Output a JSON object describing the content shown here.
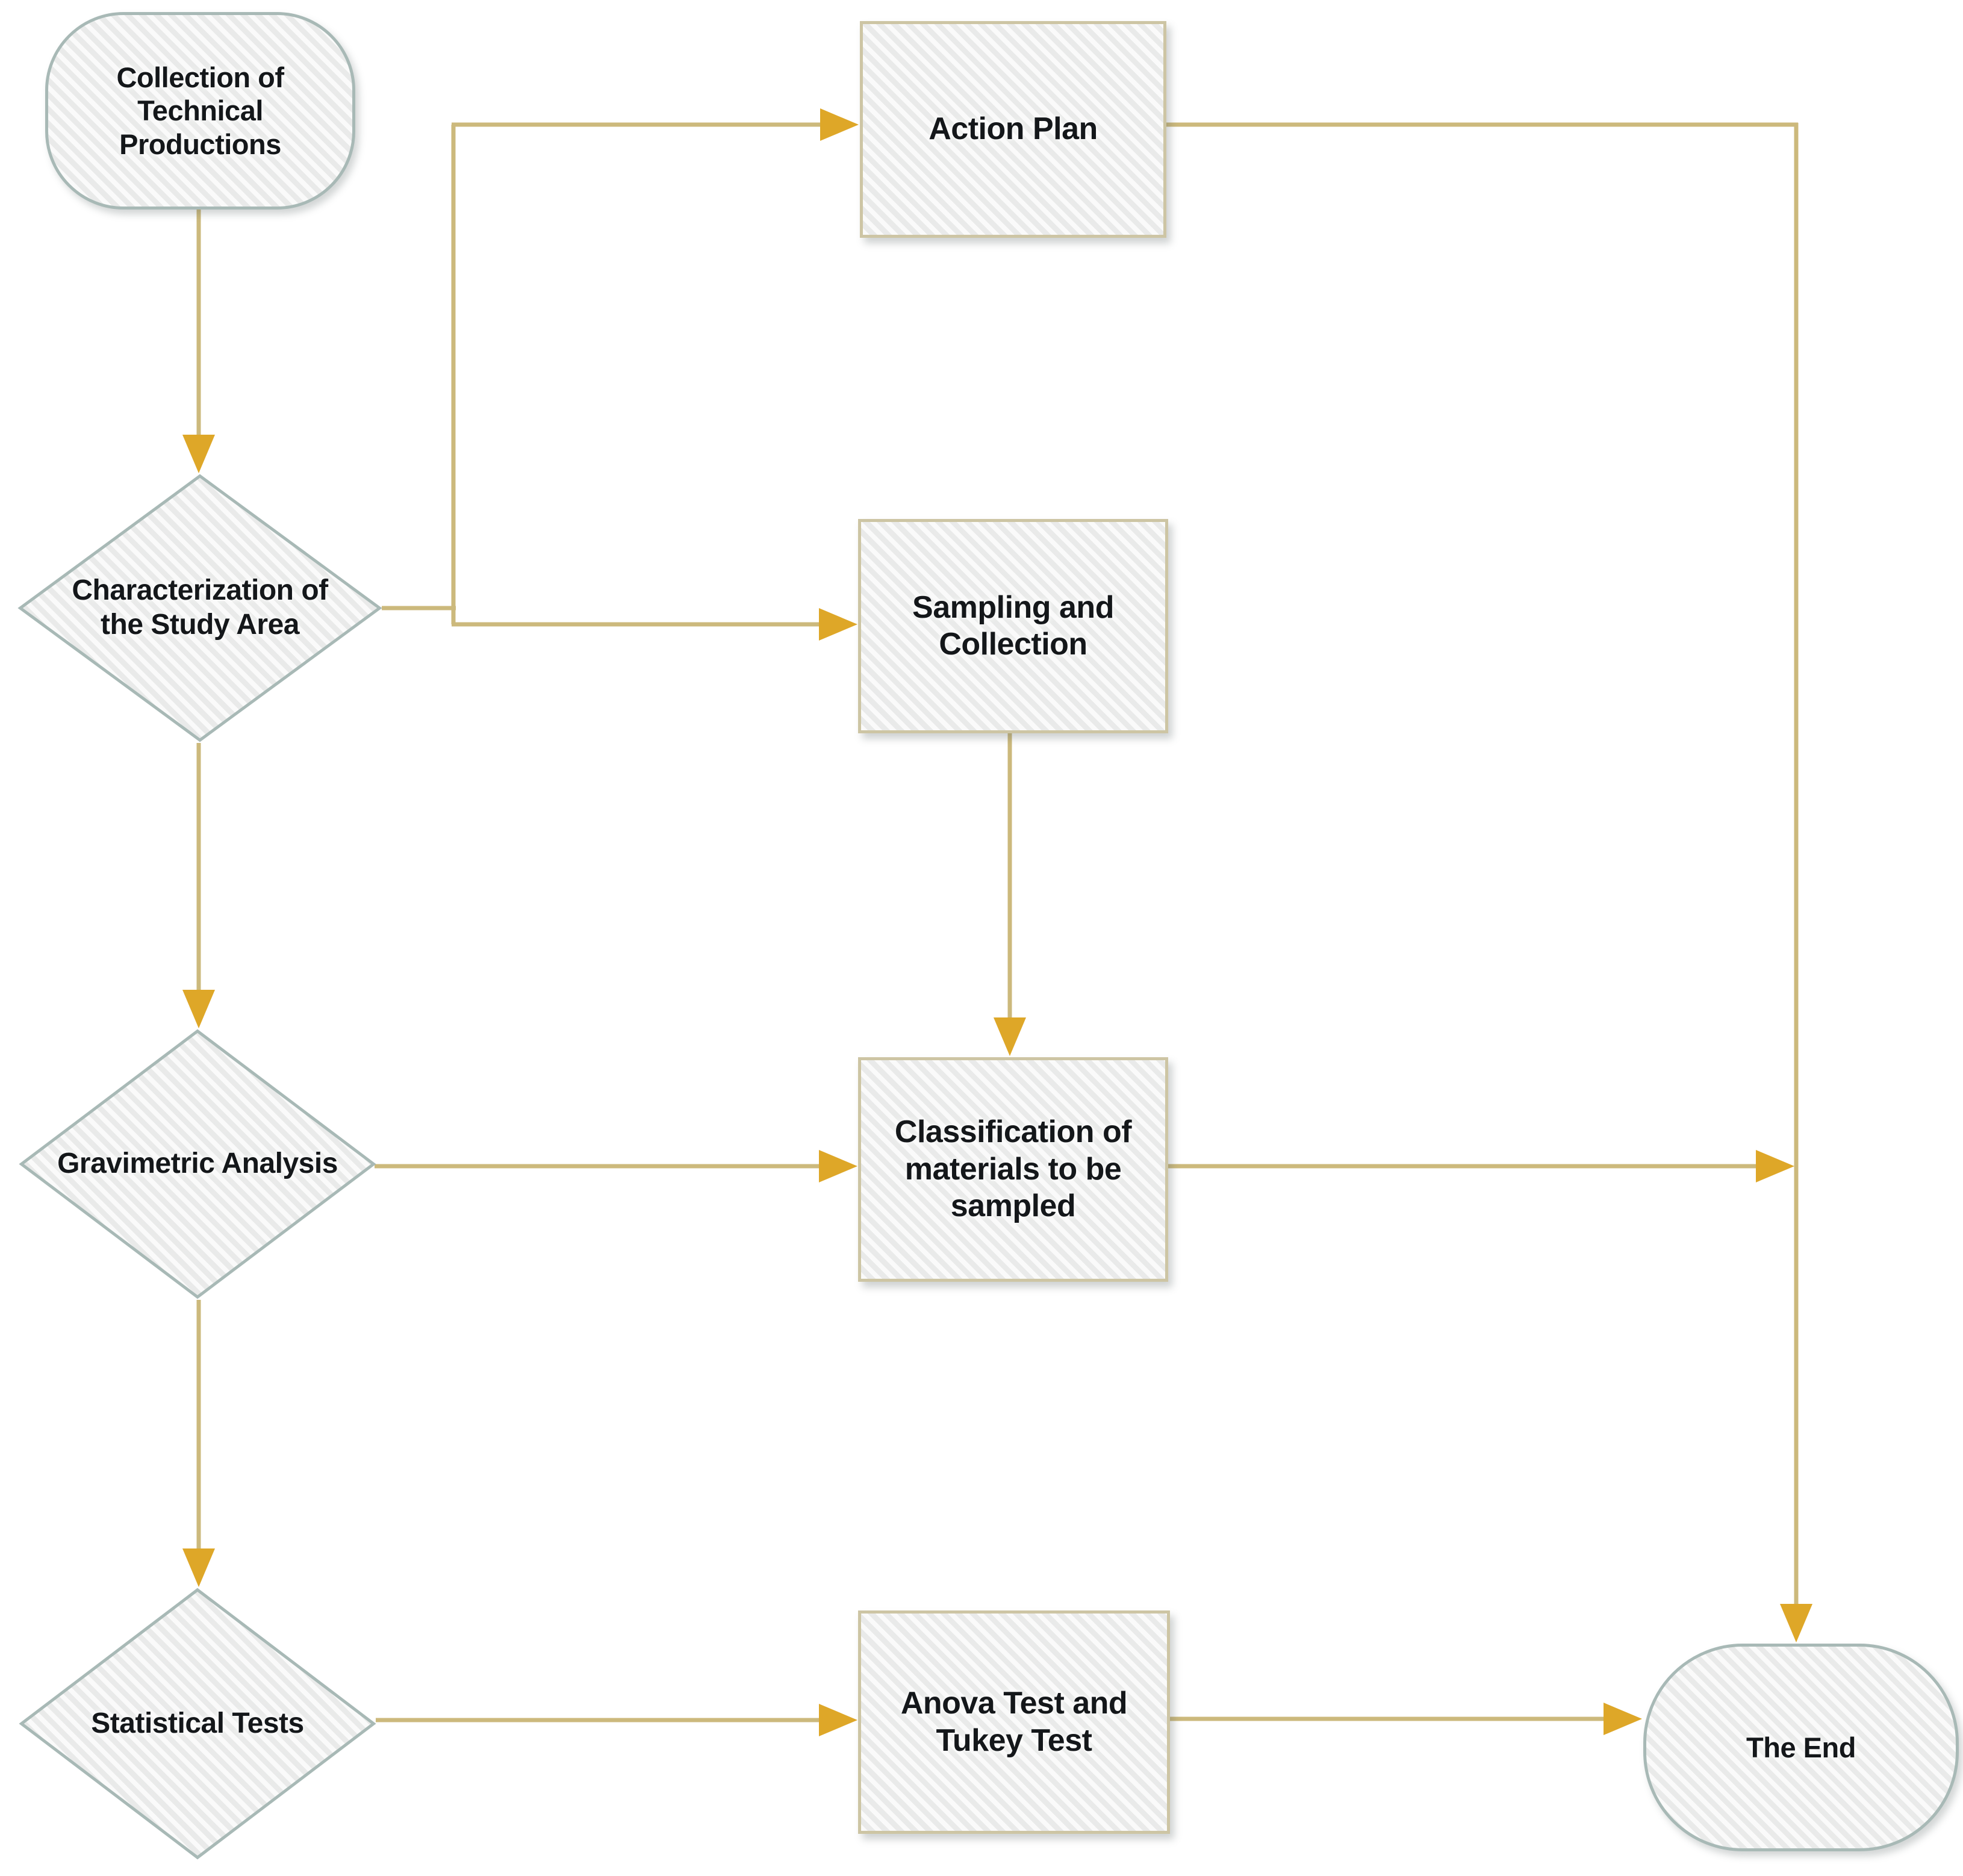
{
  "diagram": {
    "nodes": {
      "start": {
        "label": "Collection of Technical Productions",
        "shape": "terminator"
      },
      "characterization": {
        "label": "Characterization of the Study Area",
        "shape": "decision"
      },
      "gravimetric": {
        "label": "Gravimetric Analysis",
        "shape": "decision"
      },
      "statistical": {
        "label": "Statistical Tests",
        "shape": "decision"
      },
      "action_plan": {
        "label": "Action Plan",
        "shape": "process"
      },
      "sampling": {
        "label": "Sampling and Collection",
        "shape": "process"
      },
      "classification": {
        "label": "Classification of materials to be sampled",
        "shape": "process"
      },
      "anova": {
        "label": "Anova Test and Tukey Test",
        "shape": "process"
      },
      "end": {
        "label": "The End",
        "shape": "terminator"
      }
    },
    "edges": [
      {
        "from": "start",
        "to": "characterization"
      },
      {
        "from": "characterization",
        "to": "action_plan"
      },
      {
        "from": "characterization",
        "to": "sampling"
      },
      {
        "from": "characterization",
        "to": "gravimetric"
      },
      {
        "from": "sampling",
        "to": "classification"
      },
      {
        "from": "gravimetric",
        "to": "classification"
      },
      {
        "from": "gravimetric",
        "to": "statistical"
      },
      {
        "from": "action_plan",
        "to": "end"
      },
      {
        "from": "classification",
        "to": "end"
      },
      {
        "from": "statistical",
        "to": "anova"
      },
      {
        "from": "anova",
        "to": "end"
      }
    ],
    "colors": {
      "connector_line": "#CCB97C",
      "arrowhead": "#DEA728",
      "node_fill": "#F1F1F0",
      "terminator_border": "#A8B9B6",
      "decision_border": "#A8B9B6",
      "process_border": "#CDC5A4",
      "label_text": "#14171A"
    }
  }
}
